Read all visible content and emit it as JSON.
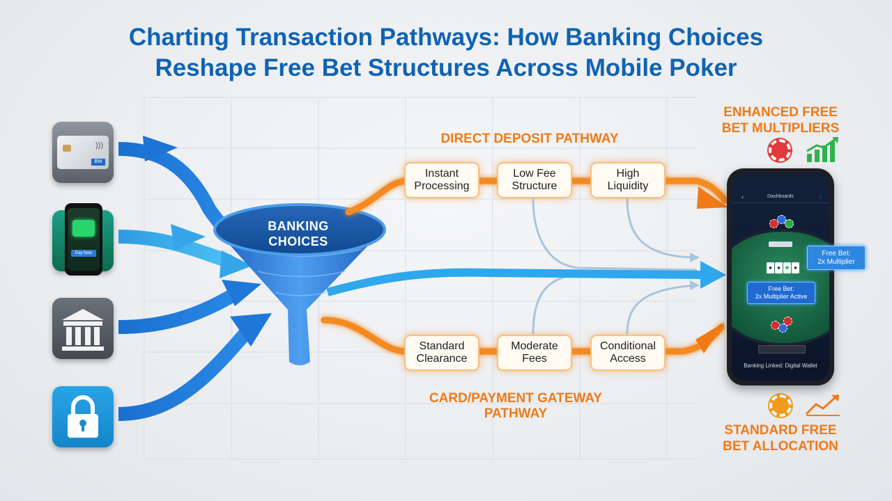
{
  "title": "Charting Transaction Pathways: How Banking Choices\nReshape Free Bet Structures Across Mobile Poker",
  "sources": [
    {
      "name": "credit-card",
      "icon": "credit-card-icon"
    },
    {
      "name": "digital-wallet",
      "icon": "phone-wallet-icon",
      "screen_label": "Pay Now"
    },
    {
      "name": "bank",
      "icon": "bank-building-icon"
    },
    {
      "name": "secure-lock",
      "icon": "padlock-icon"
    }
  ],
  "card_brand": "BW",
  "funnel": {
    "label": "BANKING\nCHOICES"
  },
  "direct_pathway": {
    "label": "DIRECT DEPOSIT PATHWAY",
    "steps": [
      "Instant\nProcessing",
      "Low Fee\nStructure",
      "High\nLiquidity"
    ]
  },
  "card_pathway": {
    "label": "CARD/PAYMENT GATEWAY\nPATHWAY",
    "steps": [
      "Standard\nClearance",
      "Moderate\nFees",
      "Conditional\nAccess"
    ]
  },
  "enhanced": {
    "label": "ENHANCED FREE\nBET MULTIPLIERS",
    "icons": [
      "poker-chip-red-icon",
      "rising-bar-chart-icon"
    ]
  },
  "standard": {
    "label": "STANDARD FREE\nBET ALLOCATION",
    "icons": [
      "poker-chip-orange-icon",
      "rising-line-icon"
    ]
  },
  "phone": {
    "app_title": "Dashboards",
    "free_bet_active": "Free Bet:\n2x Multiplier Active",
    "caption": "Banking Linked: Digital Wallet"
  },
  "callout": "Free Bet:\n2x Multiplier",
  "colors": {
    "title": "#0f63b3",
    "orange": "#f07a16",
    "blue": "#1d7fd6",
    "light_blue": "#3db1ef"
  }
}
